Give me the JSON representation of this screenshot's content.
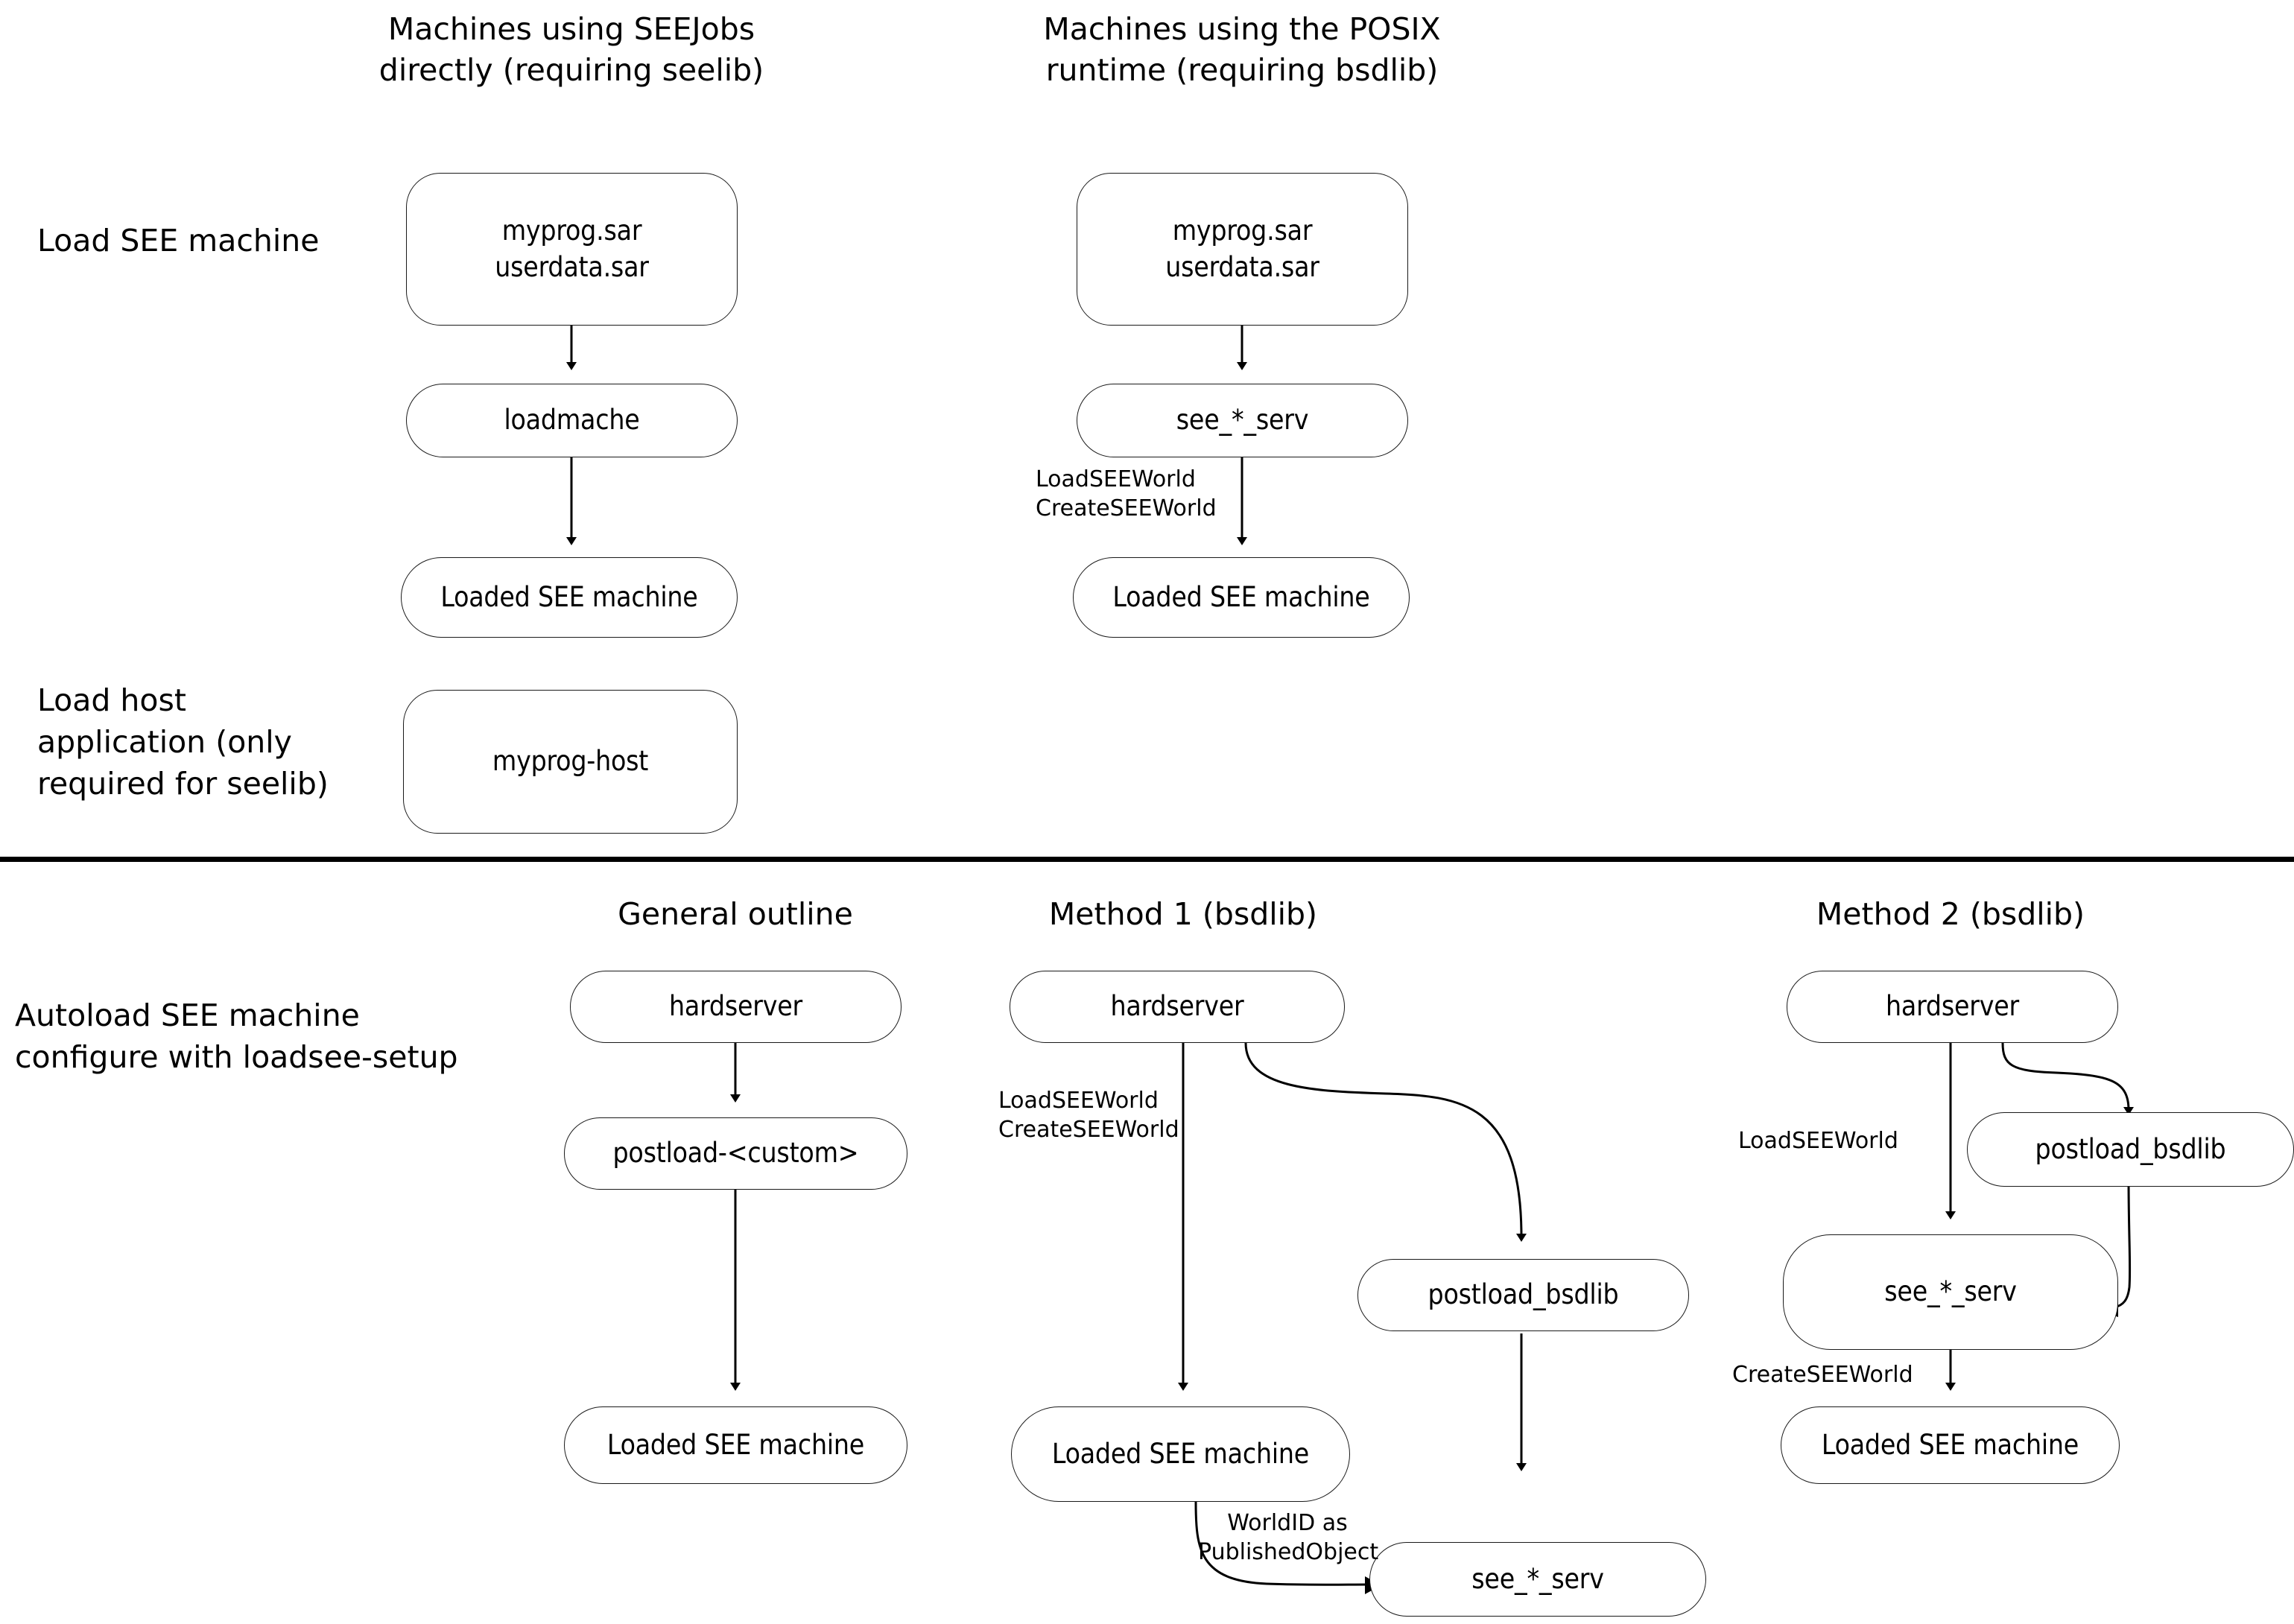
{
  "diagram": {
    "title_text_present": false,
    "column_titles": [
      {
        "id": "col-seejobs",
        "line1": "Machines using SEEJobs",
        "line2": "directly (requiring seelib)"
      },
      {
        "id": "col-posix",
        "line1": "Machines using the POSIX",
        "line2": "runtime (requiring bsdlib)"
      },
      {
        "id": "col-general-outline",
        "line1": "General outline",
        "line2": ""
      },
      {
        "id": "col-method-1",
        "line1": "Method 1 (bsdlib)",
        "line2": ""
      },
      {
        "id": "col-method-2",
        "line1": "Method 2 (bsdlib)",
        "line2": ""
      }
    ],
    "row_labels": [
      {
        "id": "row-load-see-machine",
        "lines": [
          "Load SEE machine"
        ]
      },
      {
        "id": "row-load-host-application",
        "lines": [
          "Load host",
          "application (only",
          "required for seelib)"
        ]
      },
      {
        "id": "row-autoload-see-machine",
        "lines": [
          "Autoload SEE machine",
          "configure with loadsee-setup"
        ]
      }
    ],
    "nodes": [
      {
        "id": "n-seelib-sar",
        "line1": "myprog.sar",
        "line2": "userdata.sar"
      },
      {
        "id": "n-loadmache",
        "line1": "loadmache",
        "line2": ""
      },
      {
        "id": "n-seelib-loaded",
        "line1": "Loaded SEE machine",
        "line2": ""
      },
      {
        "id": "n-myprog-host",
        "line1": "myprog-host",
        "line2": ""
      },
      {
        "id": "n-posix-sar",
        "line1": "myprog.sar",
        "line2": "userdata.sar"
      },
      {
        "id": "n-posix-serv",
        "line1": "see_*_serv",
        "line2": ""
      },
      {
        "id": "n-posix-loaded",
        "line1": "Loaded SEE machine",
        "line2": ""
      },
      {
        "id": "n-go-hardserver",
        "line1": "hardserver",
        "line2": ""
      },
      {
        "id": "n-go-postload",
        "line1": "postload-<custom>",
        "line2": ""
      },
      {
        "id": "n-go-loaded",
        "line1": "Loaded SEE machine",
        "line2": ""
      },
      {
        "id": "n-m1-hardserver",
        "line1": "hardserver",
        "line2": ""
      },
      {
        "id": "n-m1-postload",
        "line1": "postload_bsdlib",
        "line2": ""
      },
      {
        "id": "n-m1-loaded",
        "line1": "Loaded SEE machine",
        "line2": ""
      },
      {
        "id": "n-m1-serv",
        "line1": "see_*_serv",
        "line2": ""
      },
      {
        "id": "n-m2-hardserver",
        "line1": "hardserver",
        "line2": ""
      },
      {
        "id": "n-m2-postload",
        "line1": "postload_bsdlib",
        "line2": ""
      },
      {
        "id": "n-m2-serv",
        "line1": "see_*_serv",
        "line2": ""
      },
      {
        "id": "n-m2-loaded",
        "line1": "Loaded SEE machine",
        "line2": ""
      }
    ],
    "edge_labels": [
      {
        "id": "el-posix-load-create",
        "line1": "LoadSEEWorld",
        "line2": "CreateSEEWorld"
      },
      {
        "id": "el-m1-load-create",
        "line1": "LoadSEEWorld",
        "line2": "CreateSEEWorld"
      },
      {
        "id": "el-m1-worldid",
        "line1": "WorldID as",
        "line2": "PublishedObject"
      },
      {
        "id": "el-m2-load",
        "line1": "LoadSEEWorld",
        "line2": ""
      },
      {
        "id": "el-m2-create",
        "line1": "CreateSEEWorld",
        "line2": ""
      }
    ],
    "colors": {
      "stroke": "#1a1a1a",
      "text": "#000000",
      "background": "#ffffff",
      "divider": "#000000"
    }
  }
}
